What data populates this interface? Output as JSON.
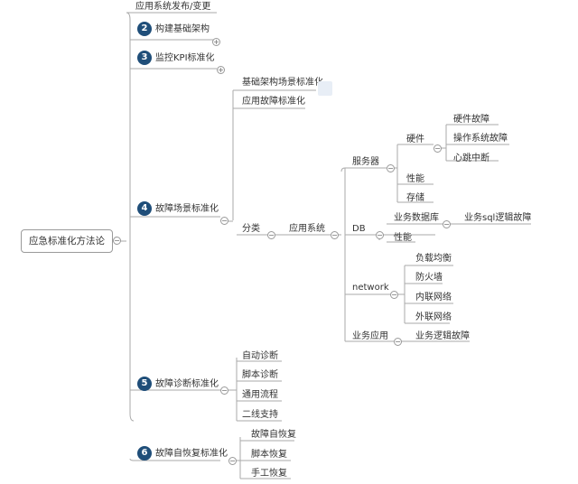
{
  "root": "应急标准化方法论",
  "main": [
    {
      "text": "应用系统发布/变更"
    },
    {
      "badge": "2",
      "text": "构建基础架构"
    },
    {
      "badge": "3",
      "text": "监控KPI标准化"
    },
    {
      "badge": "4",
      "text": "故障场景标准化"
    },
    {
      "badge": "5",
      "text": "故障诊断标准化"
    },
    {
      "badge": "6",
      "text": "故障自恢复标准化"
    }
  ],
  "scene": {
    "infra": "基础架构场景标准化",
    "app_fault": "应用故障标准化",
    "classify": "分类",
    "app_system": "应用系统",
    "server": "服务器",
    "hardware": "硬件",
    "hw_children": [
      "硬件故障",
      "操作系统故障",
      "心跳中断"
    ],
    "performance": "性能",
    "storage": "存储",
    "db": "DB",
    "biz_db": "业务数据库",
    "biz_sql": "业务sql逻辑故障",
    "db_perf": "性能",
    "network": "network",
    "net_children": [
      "负载均衡",
      "防火墙",
      "内联网络",
      "外联网络"
    ],
    "biz_app": "业务应用",
    "biz_logic": "业务逻辑故障"
  },
  "diagnosis": [
    "自动诊断",
    "脚本诊断",
    "通用流程",
    "二线支持"
  ],
  "recovery": [
    "故障自恢复",
    "脚本恢复",
    "手工恢复"
  ],
  "colors": {
    "line": "#aaaaaa",
    "badge": "#1f4e79"
  },
  "icons": {
    "collapse": "−",
    "expand": "+"
  }
}
